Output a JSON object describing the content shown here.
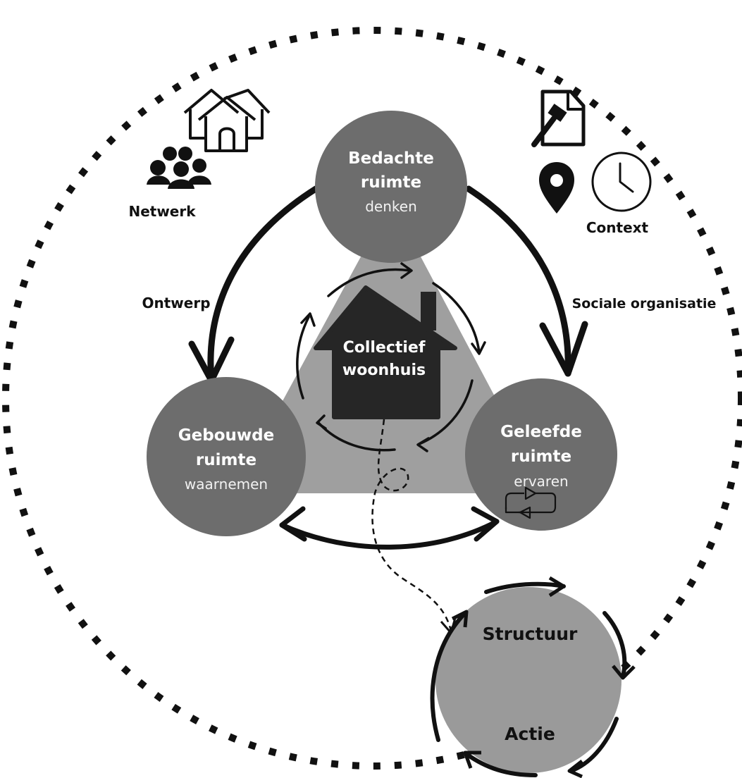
{
  "labels": {
    "network": "Netwerk",
    "context": "Context",
    "design": "Ontwerp",
    "social_org": "Sociale organisatie"
  },
  "nodes": {
    "conceived": {
      "title_1": "Bedachte",
      "title_2": "ruimte",
      "sub": "denken"
    },
    "built": {
      "title_1": "Gebouwde",
      "title_2": "ruimte",
      "sub": "waarnemen"
    },
    "lived": {
      "title_1": "Geleefde",
      "title_2": "ruimte",
      "sub": "ervaren"
    }
  },
  "center": {
    "line_1": "Collectief",
    "line_2": "woonhuis"
  },
  "cycle": {
    "top": "Structuur",
    "bottom": "Actie"
  },
  "icons": [
    "houses-icon",
    "people-icon",
    "legal-document-icon",
    "location-pin-icon",
    "clock-icon",
    "cycle-arrows-icon"
  ],
  "colors": {
    "dark_circle": "#6d6d6d",
    "triangle": "#9f9f9f",
    "house": "#262626",
    "cycle_circle": "#9a9a9a",
    "ink": "#111111"
  }
}
